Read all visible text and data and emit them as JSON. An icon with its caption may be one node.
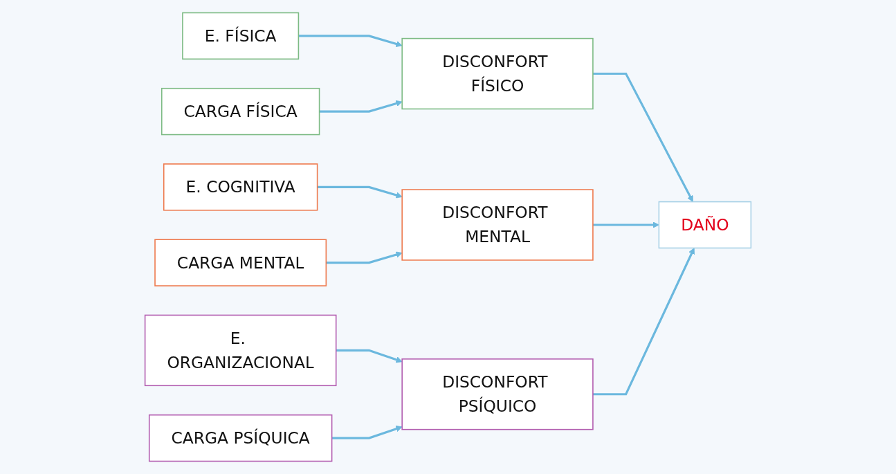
{
  "diagram": {
    "nodes": [
      {
        "text": [
          "E. FÍSICA"
        ]
      },
      {
        "text": [
          "DISCONFORT FÍSICO"
        ]
      },
      {
        "text": [
          "CARGA FÍSICA"
        ]
      },
      {
        "text": [
          "E. COGNITIVA"
        ]
      },
      {
        "text": [
          "DISCONFORT MENTAL"
        ]
      },
      {
        "text": [
          "CARGA MENTAL"
        ]
      },
      {
        "text": [
          "E. ORGANIZACIONAL"
        ]
      },
      {
        "text": [
          "DISCONFORT PSÍQUICO"
        ]
      },
      {
        "text": [
          "CARGA PSÍQUICA"
        ]
      },
      {
        "text": [
          "DAÑO"
        ]
      }
    ],
    "edges": [
      {
        "from": 0,
        "to": 1,
        "arrow": "to"
      },
      {
        "from": 2,
        "to": 1,
        "arrow": "to"
      },
      {
        "from": 1,
        "to": 9,
        "arrow": "to"
      },
      {
        "from": 3,
        "to": 4,
        "arrow": "to"
      },
      {
        "from": 5,
        "to": 4,
        "arrow": "to"
      },
      {
        "from": 4,
        "to": 9,
        "arrow": "to"
      },
      {
        "from": 6,
        "to": 7,
        "arrow": "to"
      },
      {
        "from": 8,
        "to": 7,
        "arrow": "to"
      },
      {
        "from": 7,
        "to": 9,
        "arrow": "to"
      }
    ]
  }
}
